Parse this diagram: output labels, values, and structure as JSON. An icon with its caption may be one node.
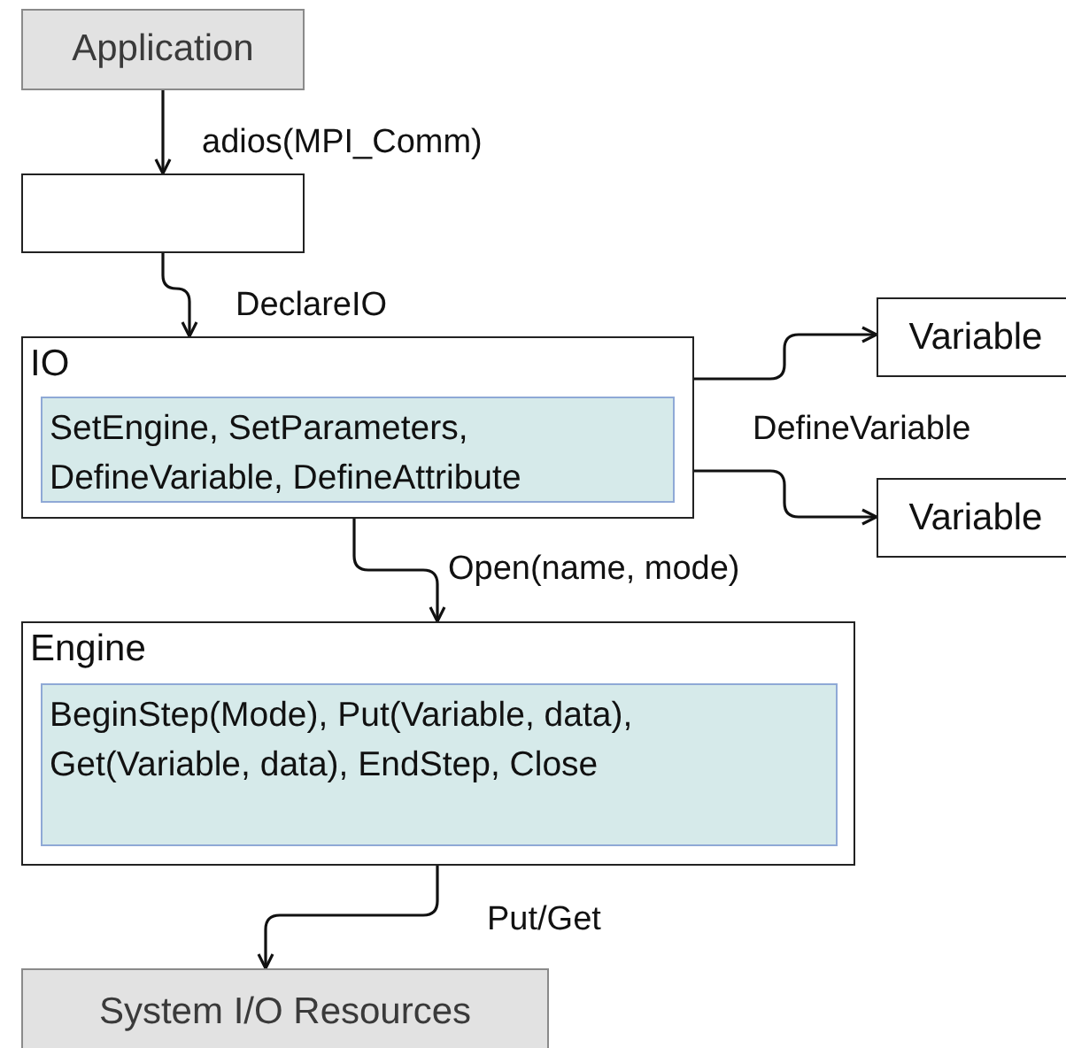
{
  "diagram": {
    "nodes": [
      {
        "text": [
          "Application"
        ]
      },
      {
        "text": [],
        "shape": "box"
      },
      {
        "text": [
          "IO"
        ]
      },
      {
        "text": [
          "SetEngine, SetParameters, DefineVariable, DefineAttribute"
        ],
        "in": 2
      },
      {
        "text": [
          "Variable"
        ]
      },
      {
        "text": [
          "Variable"
        ]
      },
      {
        "text": [
          "Engine"
        ]
      },
      {
        "text": [
          "BeginStep(Mode), Put(Variable, data), Get(Variable, data), EndStep, Close"
        ],
        "in": 6
      },
      {
        "text": [
          "System I/O Resources"
        ]
      }
    ],
    "edges": [
      {
        "from": 0,
        "to": 1,
        "arrow": "to",
        "label": "adios(MPI_Comm)"
      },
      {
        "from": 1,
        "to": 2,
        "arrow": "to",
        "label": "DeclareIO"
      },
      {
        "from": 2,
        "to": 4,
        "arrow": "to",
        "label": "DefineVariable"
      },
      {
        "from": 2,
        "to": 5,
        "arrow": "to"
      },
      {
        "from": 2,
        "to": 6,
        "arrow": "to",
        "label": "Open(name, mode)"
      },
      {
        "from": 6,
        "to": 8,
        "arrow": "to",
        "label": "Put/Get"
      }
    ]
  }
}
